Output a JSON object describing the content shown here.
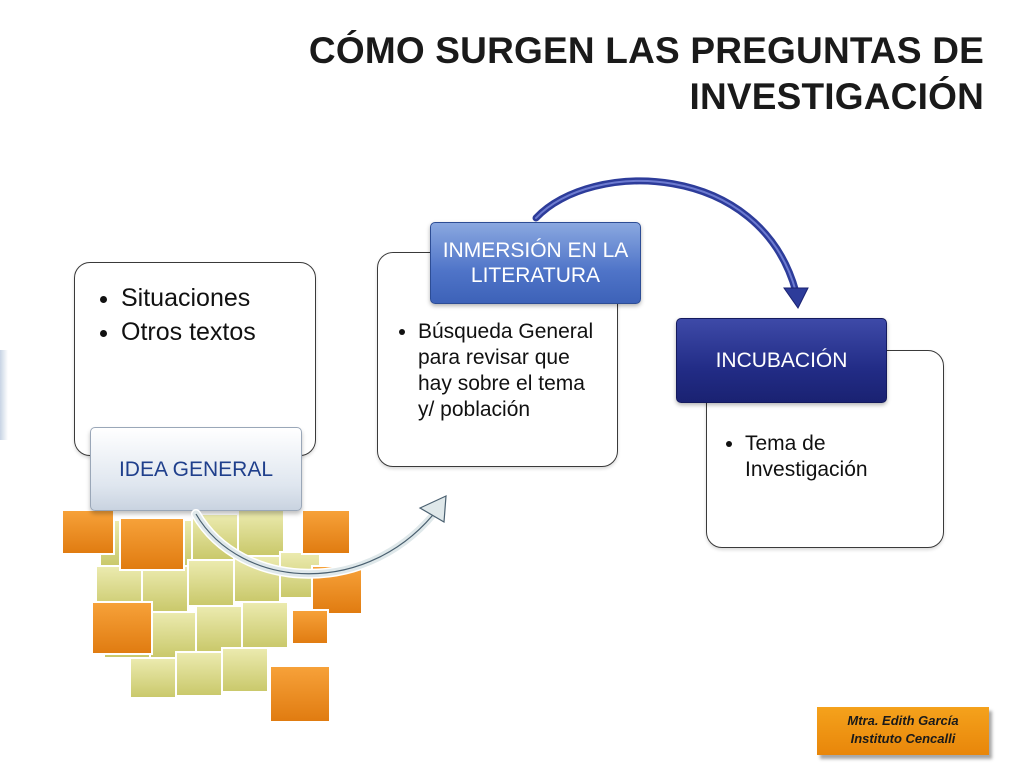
{
  "title": {
    "line1": "CÓMO SURGEN LAS PREGUNTAS DE",
    "line2": "INVESTIGACIÓN"
  },
  "steps": [
    {
      "label": "IDEA GENERAL",
      "bullets": [
        "Situaciones",
        "Otros textos"
      ],
      "label_color": "#1f3f8c"
    },
    {
      "label": "INMERSIÓN EN LA LITERATURA",
      "bullets": [
        "Búsqueda General para revisar que hay sobre el tema y/ población"
      ],
      "label_color": "#4f74c8"
    },
    {
      "label": "INCUBACIÓN",
      "bullets": [
        "Tema de Investigación"
      ],
      "label_color": "#222c86"
    }
  ],
  "credit": {
    "line1": "Mtra. Edith García",
    "line2": "Instituto Cencalli"
  },
  "colors": {
    "accent_orange": "#e8860a",
    "cube_yellow": "#d9d87a",
    "arrow_blue": "#2d3c9a"
  }
}
